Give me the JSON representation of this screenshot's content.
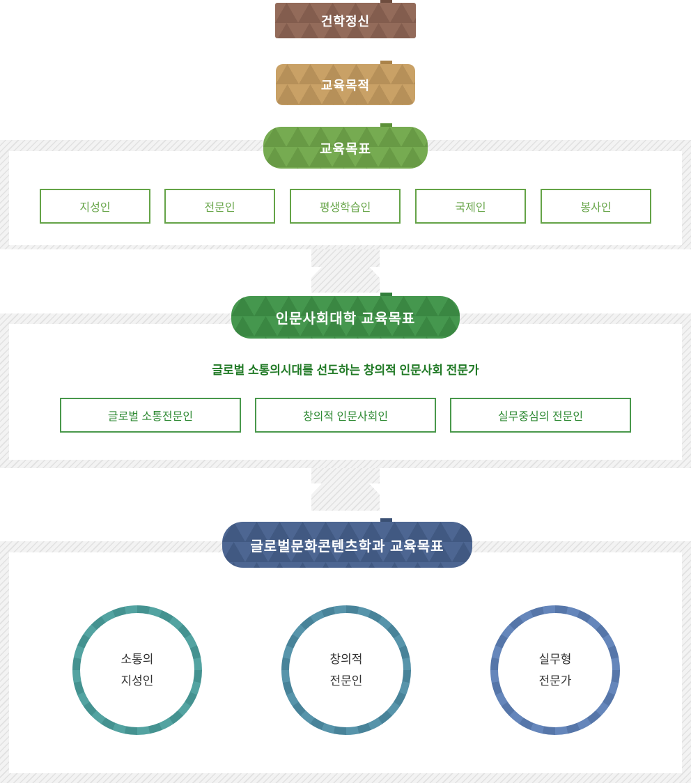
{
  "pyramid": {
    "founding_spirit": "건학정신",
    "education_purpose": "교육목적"
  },
  "university_goals": {
    "header": "교육목표",
    "items": [
      "지성인",
      "전문인",
      "평생학습인",
      "국제인",
      "봉사인"
    ]
  },
  "college_goals": {
    "header": "인문사회대학 교육목표",
    "subtitle": "글로벌 소통의시대를 선도하는 창의적 인문사회 전문가",
    "items": [
      "글로벌 소통전문인",
      "창의적 인문사회인",
      "실무중심의 전문인"
    ]
  },
  "department_goals": {
    "header": "글로벌문화콘텐츠학과 교육목표",
    "circles": [
      {
        "line1": "소통의",
        "line2": "지성인",
        "ring_color": "#4a9e9c"
      },
      {
        "line1": "창의적",
        "line2": "전문인",
        "ring_color": "#4e8ea6"
      },
      {
        "line1": "실무형",
        "line2": "전문가",
        "ring_color": "#5d80b7"
      }
    ]
  },
  "colors": {
    "founding_spirit_bg": "#8f6655",
    "education_purpose_bg": "#c79e61",
    "education_goals_bg": "#72a84b",
    "college_header_bg": "#3f9448",
    "department_header_bg": "#47618e",
    "outline_box_green": "#64a347",
    "college_box_green": "#49984b",
    "subtitle_green": "#217a26",
    "hatch_line": "#e1e1e1"
  }
}
